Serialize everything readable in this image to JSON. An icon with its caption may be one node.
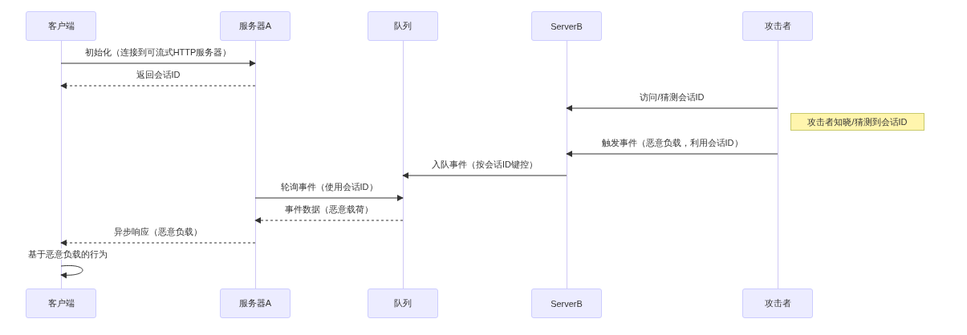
{
  "diagram": {
    "nodes": [
      {
        "text": [
          "客户端"
        ]
      },
      {
        "text": [
          "服务器A"
        ]
      },
      {
        "text": [
          "队列"
        ]
      },
      {
        "text": [
          "ServerB"
        ]
      },
      {
        "text": [
          "攻击者"
        ]
      },
      {
        "text": [
          "客户端"
        ]
      },
      {
        "text": [
          "服务器A"
        ]
      },
      {
        "text": [
          "队列"
        ]
      },
      {
        "text": [
          "ServerB"
        ]
      },
      {
        "text": [
          "攻击者"
        ]
      },
      {
        "text": [],
        "shape": "line"
      },
      {
        "text": [],
        "shape": "line"
      },
      {
        "text": [],
        "shape": "line"
      },
      {
        "text": [],
        "shape": "line"
      },
      {
        "text": [],
        "shape": "line"
      },
      {
        "text": [
          "攻击者知晓/猜测到会话ID"
        ]
      }
    ],
    "edges": [
      {
        "from": 10,
        "to": 11,
        "arrow": "to",
        "label": "初始化（连接到可流式HTTP服务器）"
      },
      {
        "from": 11,
        "to": 10,
        "arrow": "to",
        "label": "返回会话ID",
        "style": "dashed"
      },
      {
        "from": 14,
        "to": 13,
        "arrow": "to",
        "label": "访问/猜测会话ID"
      },
      {
        "from": 14,
        "to": 13,
        "arrow": "to",
        "label": "触发事件（恶意负载，利用会话ID）"
      },
      {
        "from": 13,
        "to": 12,
        "arrow": "to",
        "label": "入队事件（按会话ID键控）"
      },
      {
        "from": 11,
        "to": 12,
        "arrow": "to",
        "label": "轮询事件（使用会话ID）"
      },
      {
        "from": 12,
        "to": 11,
        "arrow": "to",
        "label": "事件数据（恶意载荷）",
        "style": "dashed"
      },
      {
        "from": 11,
        "to": 10,
        "arrow": "to",
        "label": "异步响应（恶意负载）",
        "style": "dashed"
      },
      {
        "from": 10,
        "to": 10,
        "arrow": "to",
        "label": "基于恶意负载的行为"
      }
    ]
  }
}
